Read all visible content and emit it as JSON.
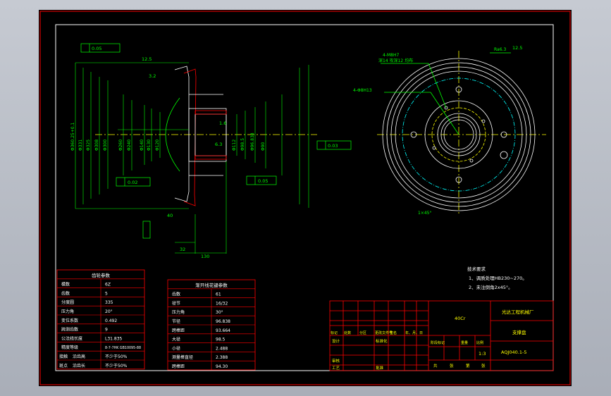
{
  "drawing": {
    "material": "40Cr",
    "company": "光达工程机械厂",
    "part_name": "支撑盘",
    "drawing_no": "AQJ040.1-5",
    "scale": "1:3",
    "colors": {
      "background": "#000000",
      "geometry": "#ffffff",
      "dimension": "#00ff00",
      "frame": "#ff0000",
      "centerline": "#ffff00",
      "text": "#ffff00"
    }
  },
  "title_block": {
    "top_labels": [
      "标记",
      "处数",
      "分区",
      "更改文件号",
      "签名",
      "年、月、日"
    ],
    "left_rows": [
      "设计",
      "审核",
      "工艺"
    ],
    "mid_labels": [
      "标准化",
      "批准"
    ],
    "right_labels": [
      "阶段标记",
      "重量",
      "比例"
    ],
    "bottom_labels": [
      "共",
      "张",
      "第",
      "张"
    ]
  },
  "gear_params": {
    "title": "齿轮参数",
    "rows": [
      [
        "模数",
        "6Z"
      ],
      [
        "齿数",
        "5"
      ],
      [
        "分度圆",
        "335"
      ],
      [
        "压力角",
        "20°"
      ],
      [
        "变位系数",
        "0.492"
      ],
      [
        "跨测齿数",
        "9"
      ],
      [
        "公法线长度",
        "L31.835"
      ],
      [
        "精度等级",
        "8-7-7HK GB10095-88"
      ],
      [
        "接触",
        "沿齿高",
        "不少于50%"
      ],
      [
        "斑点",
        "沿齿长",
        "不少于50%"
      ]
    ]
  },
  "spline_params": {
    "title": "渐开线花键参数",
    "rows": [
      [
        "齿数",
        "61"
      ],
      [
        "径节",
        "16/32"
      ],
      [
        "压力角",
        "30°"
      ],
      [
        "节径",
        "96.838"
      ],
      [
        "跨棒距",
        "93.664"
      ],
      [
        "大径",
        "98.5"
      ],
      [
        "小径",
        "2.488"
      ],
      [
        "测量棒直径",
        "2.388"
      ],
      [
        "跨棒距",
        "94.30"
      ]
    ]
  },
  "tech_req": {
    "title": "技术要求",
    "items": [
      "1、调质处理HB230~270。",
      "2、未注倒角2x45°。"
    ]
  },
  "front_labels": [
    "4-M8H7",
    "深14 攻深12 均布",
    "4-Φ8H13",
    "1×45°",
    "Ra6.3"
  ],
  "section_labels": {
    "diameters": [
      "Φ360.25+0.1",
      "Φ331",
      "Φ325",
      "Φ308",
      "Φ300",
      "Φ260",
      "Φ240",
      "Φ140",
      "Φ130",
      "Φ120",
      "Φ112",
      "Φ98.5",
      "Φ96.838",
      "Φ90"
    ],
    "lengths": [
      "12.5",
      "32",
      "130",
      "40",
      "6.3"
    ],
    "tolerances": [
      "0.05",
      "0.02",
      "0.03"
    ],
    "roughness": [
      "3.2",
      "1.6",
      "12.5"
    ]
  }
}
